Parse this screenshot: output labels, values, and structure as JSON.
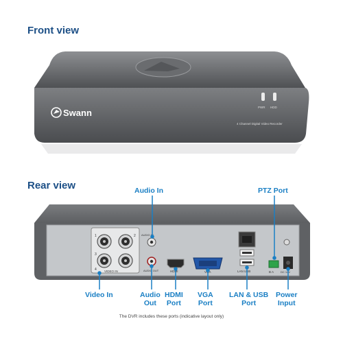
{
  "front": {
    "heading": "Front view",
    "brand": "Swann",
    "model_text": "4 Channel Digital Video Recorder",
    "led_pwr": "PWR",
    "led_hdd": "HDD"
  },
  "rear": {
    "heading": "Rear view",
    "port_audio_in_marking": "AUDIO IN",
    "port_audio_out_marking": "AUDIO OUT",
    "port_video_in_marking": "VIDEO   IN",
    "port_hdmi_marking": "HDMI",
    "port_vga_marking": "VGA",
    "port_lan_usb_marking": "LAN  USB",
    "port_ptz_marking": "B    A",
    "port_dc_marking": "DC 12V",
    "bnc_numbers": [
      "1",
      "2",
      "3",
      "4"
    ]
  },
  "callouts": {
    "audio_in": "Audio In",
    "ptz_port": "PTZ Port",
    "video_in": "Video In",
    "audio_out": [
      "Audio",
      "Out"
    ],
    "hdmi_port": [
      "HDMI",
      "Port"
    ],
    "vga_port": [
      "VGA",
      "Port"
    ],
    "lan_usb_port": [
      "LAN & USB",
      "Port"
    ],
    "power_input": [
      "Power",
      "Input"
    ]
  },
  "caption": "The DVR includes these ports (indicative layout only)",
  "colors": {
    "heading": "#1c4f86",
    "callout": "#1a7fc4",
    "device_body": "#6f7174",
    "panel": "#bfc2c5"
  }
}
